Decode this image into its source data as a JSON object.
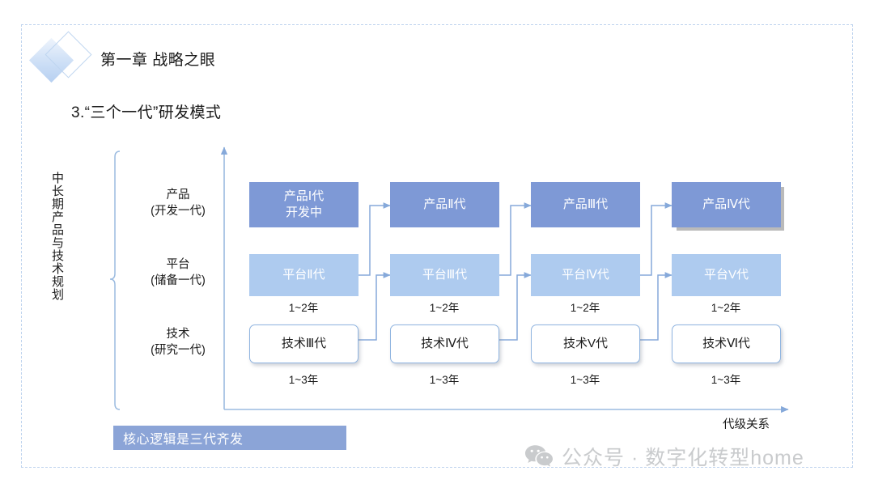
{
  "header": {
    "chapter_title": "第一章 战略之眼",
    "logo_icon": "double-diamond-icon"
  },
  "section": {
    "title": "3.“三个一代”研发模式"
  },
  "axes": {
    "vertical_label": "中长期产品与技术规划",
    "horizontal_label": "代级关系"
  },
  "rows": [
    {
      "name": "product",
      "label_line1": "产品",
      "label_line2": "(开发一代)"
    },
    {
      "name": "platform",
      "label_line1": "平台",
      "label_line2": "(储备一代)"
    },
    {
      "name": "tech",
      "label_line1": "技术",
      "label_line2": "(研究一代)"
    }
  ],
  "product_nodes": [
    {
      "line1": "产品Ⅰ代",
      "line2": "开发中"
    },
    {
      "line1": "产品Ⅱ代",
      "line2": ""
    },
    {
      "line1": "产品Ⅲ代",
      "line2": ""
    },
    {
      "line1": "产品Ⅳ代",
      "line2": ""
    }
  ],
  "platform_nodes": [
    {
      "line1": "平台Ⅱ代",
      "duration": "1~2年"
    },
    {
      "line1": "平台Ⅲ代",
      "duration": "1~2年"
    },
    {
      "line1": "平台Ⅳ代",
      "duration": "1~2年"
    },
    {
      "line1": "平台V代",
      "duration": "1~2年"
    }
  ],
  "tech_nodes": [
    {
      "line1": "技术Ⅲ代",
      "duration": "1~3年"
    },
    {
      "line1": "技术Ⅳ代",
      "duration": "1~3年"
    },
    {
      "line1": "技术V代",
      "duration": "1~3年"
    },
    {
      "line1": "技术Ⅵ代",
      "duration": "1~3年"
    }
  ],
  "banner": {
    "text": "核心逻辑是三代齐发"
  },
  "watermark": {
    "icon": "wechat-icon",
    "text": "公众号 · 数字化转型home"
  },
  "colors": {
    "product_fill": "#7e99d6",
    "platform_fill": "#aecbef",
    "tech_border": "#8fb4e0",
    "connector": "#86a9da",
    "axis": "#9bbbe0",
    "banner_fill": "#8ba4d7",
    "frame_dash": "#bed3ee",
    "watermark": "#c9cbcd"
  }
}
